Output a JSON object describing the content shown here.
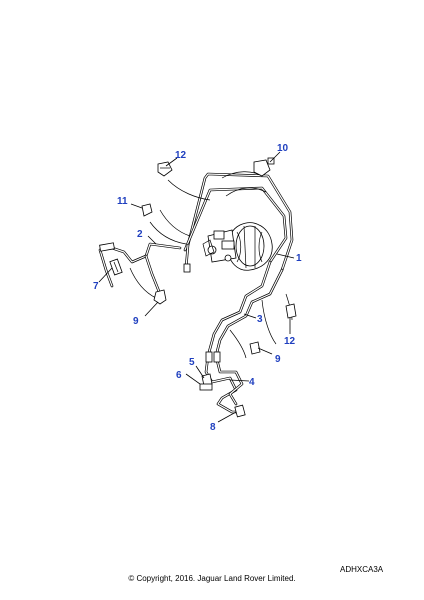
{
  "callouts": {
    "c1": "1",
    "c2": "2",
    "c3": "3",
    "c4": "4",
    "c5": "5",
    "c6": "6",
    "c7": "7",
    "c8": "8",
    "c9a": "9",
    "c9b": "9",
    "c10": "10",
    "c11": "11",
    "c12a": "12",
    "c12b": "12"
  },
  "footer": {
    "ref_code": "ADHXCA3A",
    "copyright": "© Copyright, 2016. Jaguar Land Rover Limited."
  },
  "colors": {
    "callout_text": "#1f3fbf",
    "line": "#000000",
    "background": "#ffffff"
  }
}
